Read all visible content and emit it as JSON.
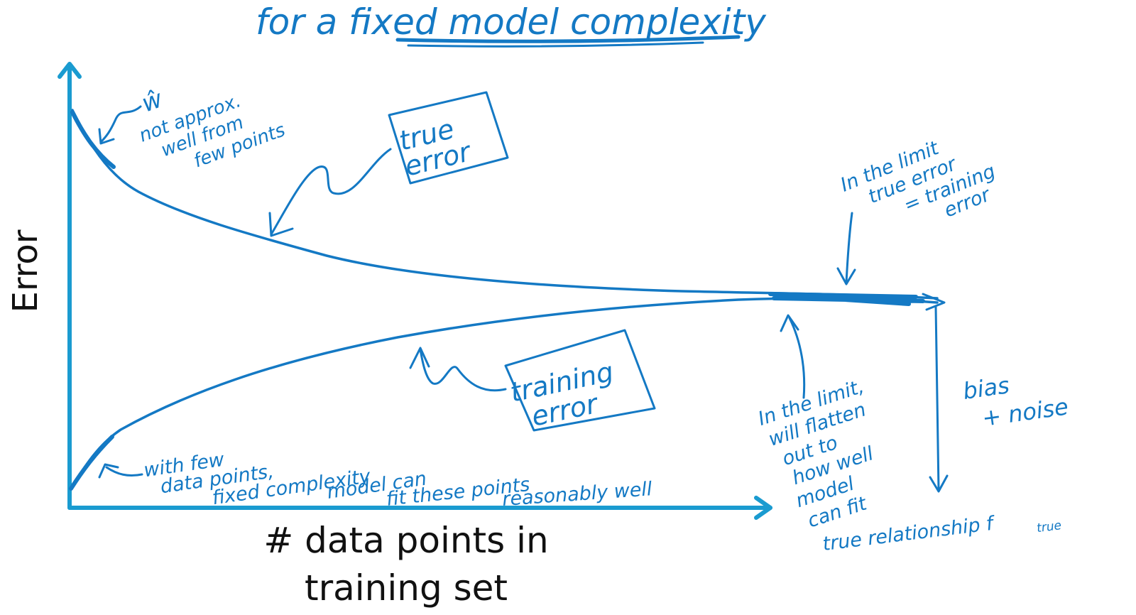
{
  "title": "for a fixed model complexity",
  "axes": {
    "ylabel": "Error",
    "xlabel_line1": "# data points in",
    "xlabel_line2": "training set"
  },
  "curves": {
    "true_error": "true error",
    "training_error": "training error"
  },
  "annotations": {
    "w_hat": "ŵ",
    "w_hat_note": [
      "not approx.",
      "well from",
      "few points"
    ],
    "few_points_note": [
      "with few",
      "data points,",
      "fixed complexity",
      "model can",
      "fit these points",
      "reasonably well"
    ],
    "limit_true_note": [
      "In the limit",
      "true error",
      "= training",
      "error"
    ],
    "limit_flatten_note": [
      "In the limit,",
      "will flatten",
      "out to",
      "how well",
      "model",
      "can fit",
      "true relationship f"
    ],
    "f_subscript": "true",
    "bias_noise": [
      "bias",
      "+ noise"
    ]
  },
  "colors": {
    "ink": "#1479c4",
    "axis": "#1a9bd0",
    "typed": "#111111"
  }
}
